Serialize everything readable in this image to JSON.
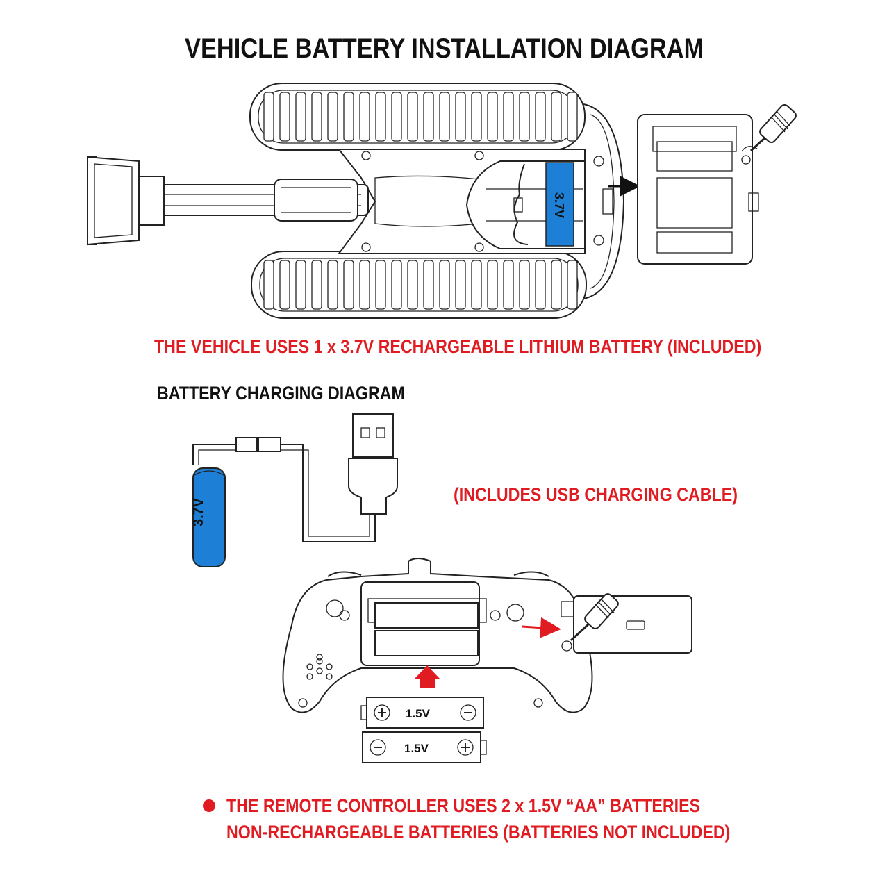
{
  "title": "VEHICLE BATTERY INSTALLATION DIAGRAM",
  "vehicle_note": "THE VEHICLE USES 1 x 3.7V RECHARGEABLE LITHIUM BATTERY (INCLUDED)",
  "charging_title": "BATTERY CHARGING DIAGRAM",
  "usb_note": "(INCLUDES USB CHARGING CABLE)",
  "remote_note_line1": "THE REMOTE CONTROLLER USES 2 x 1.5V “AA” BATTERIES",
  "remote_note_line2": "NON-RECHARGEABLE BATTERIES (BATTERIES NOT INCLUDED)",
  "vehicle_battery_label": "3.7V",
  "cable_battery_label": "3.7V",
  "aa_battery_1_label": "1.5V",
  "aa_battery_2_label": "1.5V",
  "colors": {
    "accent_red": "#e01b22",
    "battery_blue": "#1e7fd6",
    "line": "#222222"
  }
}
